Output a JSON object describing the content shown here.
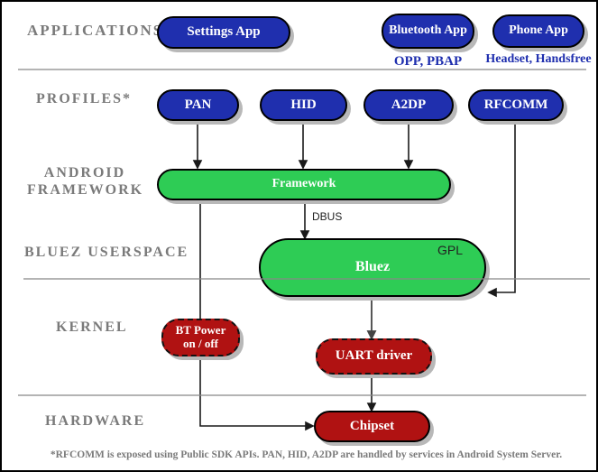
{
  "rows": {
    "applications": "APPLICATIONS",
    "profiles": "PROFILES*",
    "android_framework_line1": "ANDROID",
    "android_framework_line2": "FRAMEWORK",
    "bluez_userspace": "BLUEZ USERSPACE",
    "kernel": "KERNEL",
    "hardware": "HARDWARE"
  },
  "nodes": {
    "settings_app": "Settings App",
    "bluetooth_app": "Bluetooth App",
    "phone_app": "Phone App",
    "pan": "PAN",
    "hid": "HID",
    "a2dp": "A2DP",
    "rfcomm": "RFCOMM",
    "framework": "Framework",
    "bluez": "Bluez",
    "bt_power_line1": "BT Power",
    "bt_power_line2": "on / off",
    "uart_driver": "UART driver",
    "chipset": "Chipset"
  },
  "annotations": {
    "opp_pbap": "OPP, PBAP",
    "headset_handsfree": "Headset, Handsfree",
    "dbus": "DBUS",
    "gpl": "GPL",
    "footnote": "*RFCOMM is exposed using Public SDK APIs. PAN, HID, A2DP are handled by services in Android System Server."
  },
  "colors": {
    "app_pill_blue": "#1F2FAE",
    "framework_pill_green": "#2ECC55",
    "kernel_pill_red": "#B01212",
    "row_label_gray": "#7A7A7A",
    "separator_gray": "#888888",
    "shadow_gray": "#B8B8B8"
  }
}
